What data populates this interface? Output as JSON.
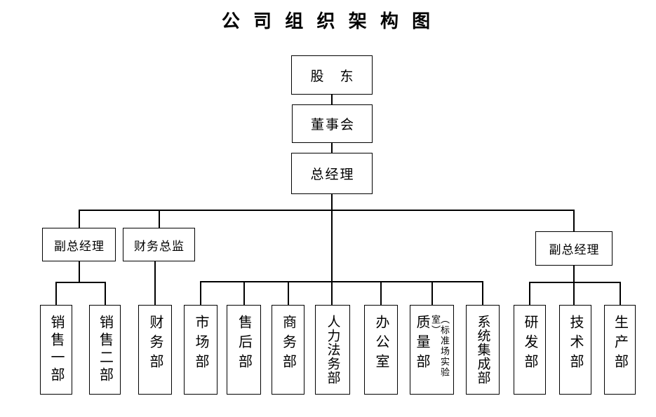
{
  "title": "公 司 组 织 架 构 图",
  "colors": {
    "background": "#ffffff",
    "box_border": "#000000",
    "connector_line": "#000000",
    "text": "#000000"
  },
  "nodes": {
    "shareholders": "股　东",
    "board": "董事会",
    "general_manager": "总经理",
    "vp_left": "副总经理",
    "finance_director": "财务总监",
    "vp_right": "副总经理"
  },
  "departments": [
    {
      "label": "销售一部"
    },
    {
      "label": "销售二部"
    },
    {
      "label": "财务部"
    },
    {
      "label": "市场部"
    },
    {
      "label": "售后部"
    },
    {
      "label": "商务部"
    },
    {
      "label": "人力法务部"
    },
    {
      "label": "办公室"
    },
    {
      "label": "质量部",
      "sublabel": "（标准场实验室）"
    },
    {
      "label": "系统集成部"
    },
    {
      "label": "研发部"
    },
    {
      "label": "技术部"
    },
    {
      "label": "生产部"
    }
  ],
  "structure": {
    "chain": [
      "股　东",
      "董事会",
      "总经理"
    ],
    "vp_left_reports": [
      "销售一部",
      "销售二部"
    ],
    "finance_director_reports": [
      "财务部"
    ],
    "general_manager_direct_reports": [
      "市场部",
      "售后部",
      "商务部",
      "人力法务部",
      "办公室",
      "质量部（标准场实验室）",
      "系统集成部"
    ],
    "vp_right_reports": [
      "研发部",
      "技术部",
      "生产部"
    ]
  }
}
